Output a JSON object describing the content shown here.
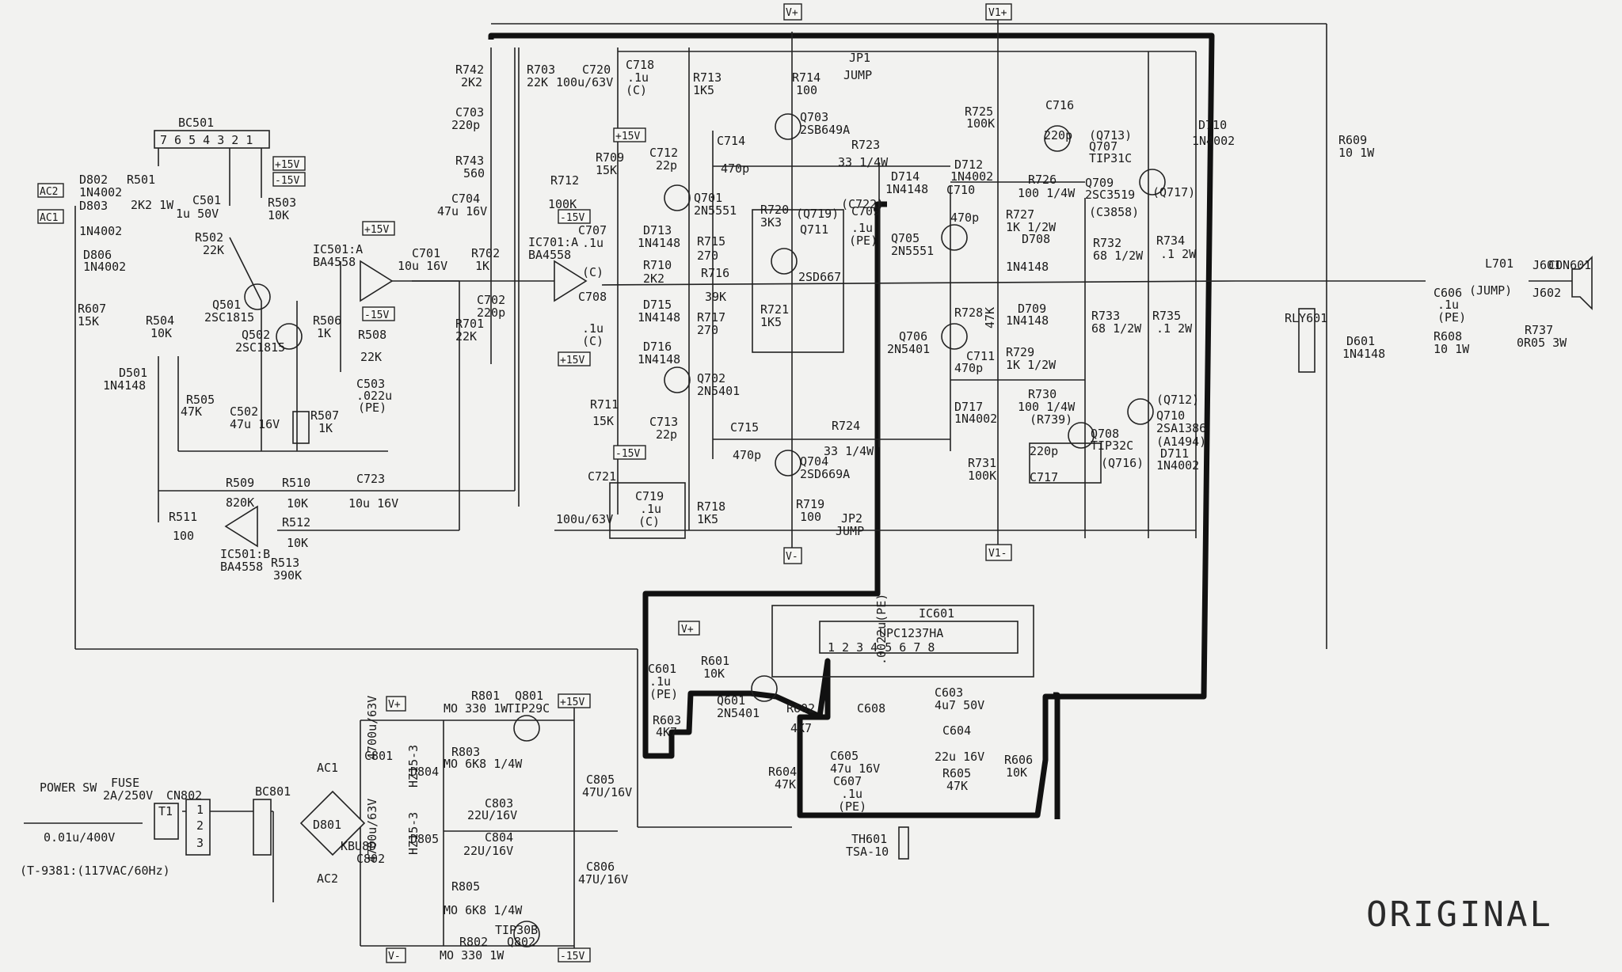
{
  "stamp": "ORIGINAL",
  "model_note": "(T-9381:(117VAC/60Hz)",
  "rails": {
    "vplus": "V+",
    "vminus": "V-",
    "v1plus": "V1+",
    "v1minus": "V1-",
    "p15": "+15V",
    "n15": "-15V"
  },
  "labels": [
    {
      "id": "ac2",
      "t": "AC2"
    },
    {
      "id": "ac1",
      "t": "AC1"
    },
    {
      "id": "d802",
      "t": "D802"
    },
    {
      "id": "d802v",
      "t": "1N4002"
    },
    {
      "id": "d803",
      "t": "D803"
    },
    {
      "id": "d803v",
      "t": "1N4002"
    },
    {
      "id": "r501",
      "t": "R501"
    },
    {
      "id": "r501v",
      "t": "2K2 1W"
    },
    {
      "id": "d806",
      "t": "D806"
    },
    {
      "id": "d806v",
      "t": "1N4002"
    },
    {
      "id": "r607",
      "t": "R607"
    },
    {
      "id": "r607v",
      "t": "15K"
    },
    {
      "id": "bc501",
      "t": "BC501"
    },
    {
      "id": "bcpins",
      "t": "7 6 5 4 3 2 1"
    },
    {
      "id": "c501",
      "t": "C501"
    },
    {
      "id": "c501v",
      "t": "1u 50V"
    },
    {
      "id": "r503",
      "t": "R503"
    },
    {
      "id": "r503v",
      "t": "10K"
    },
    {
      "id": "r502",
      "t": "R502"
    },
    {
      "id": "r502v",
      "t": "22K"
    },
    {
      "id": "ic501a",
      "t": "IC501:A"
    },
    {
      "id": "ic501av",
      "t": "BA4558"
    },
    {
      "id": "c701",
      "t": "C701"
    },
    {
      "id": "c701v",
      "t": "10u 16V"
    },
    {
      "id": "q501",
      "t": "Q501"
    },
    {
      "id": "q501v",
      "t": "2SC1815"
    },
    {
      "id": "q502",
      "t": "Q502"
    },
    {
      "id": "q502v",
      "t": "2SC1815"
    },
    {
      "id": "r504",
      "t": "R504"
    },
    {
      "id": "r504v",
      "t": "10K"
    },
    {
      "id": "r506",
      "t": "R506"
    },
    {
      "id": "r506v",
      "t": "1K"
    },
    {
      "id": "r508",
      "t": "R508"
    },
    {
      "id": "r508v",
      "t": "22K"
    },
    {
      "id": "c503",
      "t": "C503"
    },
    {
      "id": "c503v",
      "t": ".022u"
    },
    {
      "id": "c503p",
      "t": "(PE)"
    },
    {
      "id": "d501",
      "t": "D501"
    },
    {
      "id": "d501v",
      "t": "1N4148"
    },
    {
      "id": "r505",
      "t": "R505"
    },
    {
      "id": "r505v",
      "t": "47K"
    },
    {
      "id": "c502",
      "t": "C502"
    },
    {
      "id": "c502v",
      "t": "47u 16V"
    },
    {
      "id": "r507",
      "t": "R507"
    },
    {
      "id": "r507v",
      "t": "1K"
    },
    {
      "id": "r509",
      "t": "R509"
    },
    {
      "id": "r509v",
      "t": "820K"
    },
    {
      "id": "r510",
      "t": "R510"
    },
    {
      "id": "r510v",
      "t": "10K"
    },
    {
      "id": "c723",
      "t": "C723"
    },
    {
      "id": "c723v",
      "t": "10u 16V"
    },
    {
      "id": "r511",
      "t": "R511"
    },
    {
      "id": "r511v",
      "t": "100"
    },
    {
      "id": "r512",
      "t": "R512"
    },
    {
      "id": "r512v",
      "t": "10K"
    },
    {
      "id": "ic501b",
      "t": "IC501:B"
    },
    {
      "id": "ic501bv",
      "t": "BA4558"
    },
    {
      "id": "r513",
      "t": "R513"
    },
    {
      "id": "r513v",
      "t": "390K"
    },
    {
      "id": "r742",
      "t": "R742"
    },
    {
      "id": "r742v",
      "t": "2K2"
    },
    {
      "id": "r703",
      "t": "R703"
    },
    {
      "id": "r703v",
      "t": "22K"
    },
    {
      "id": "c720",
      "t": "C720"
    },
    {
      "id": "c720v",
      "t": "100u/63V"
    },
    {
      "id": "c718",
      "t": "C718"
    },
    {
      "id": "c718v",
      "t": ".1u"
    },
    {
      "id": "c718p",
      "t": "(C)"
    },
    {
      "id": "r713",
      "t": "R713"
    },
    {
      "id": "r713v",
      "t": "1K5"
    },
    {
      "id": "r714",
      "t": "R714"
    },
    {
      "id": "r714v",
      "t": "100"
    },
    {
      "id": "jp1",
      "t": "JP1"
    },
    {
      "id": "jp1v",
      "t": "JUMP"
    },
    {
      "id": "c703",
      "t": "C703"
    },
    {
      "id": "c703v",
      "t": "220p"
    },
    {
      "id": "r743",
      "t": "R743"
    },
    {
      "id": "r743v",
      "t": "560"
    },
    {
      "id": "c704",
      "t": "C704"
    },
    {
      "id": "c704v",
      "t": "47u 16V"
    },
    {
      "id": "q703",
      "t": "Q703"
    },
    {
      "id": "q703v",
      "t": "2SB649A"
    },
    {
      "id": "r723",
      "t": "R723"
    },
    {
      "id": "r723v",
      "t": "33 1/4W"
    },
    {
      "id": "c714",
      "t": "C714"
    },
    {
      "id": "c714v",
      "t": "470p"
    },
    {
      "id": "r709",
      "t": "R709"
    },
    {
      "id": "r709v",
      "t": "15K"
    },
    {
      "id": "c712",
      "t": "C712"
    },
    {
      "id": "c712v",
      "t": "22p"
    },
    {
      "id": "q701",
      "t": "Q701"
    },
    {
      "id": "q701v",
      "t": "2N5551"
    },
    {
      "id": "r712",
      "t": "R712"
    },
    {
      "id": "r712v",
      "t": "100K"
    },
    {
      "id": "ic701a",
      "t": "IC701:A"
    },
    {
      "id": "ic701av",
      "t": "BA4558"
    },
    {
      "id": "c707",
      "t": "C707"
    },
    {
      "id": "c707v",
      "t": ".1u"
    },
    {
      "id": "c707p",
      "t": "(C)"
    },
    {
      "id": "r720",
      "t": "R720"
    },
    {
      "id": "r720v",
      "t": "3K3"
    },
    {
      "id": "q719",
      "t": "(Q719)"
    },
    {
      "id": "c722",
      "t": "(C722)"
    },
    {
      "id": "c709",
      "t": "C709"
    },
    {
      "id": "c709v",
      "t": ".1u"
    },
    {
      "id": "c709p",
      "t": "(PE)"
    },
    {
      "id": "q711",
      "t": "Q711"
    },
    {
      "id": "q711v",
      "t": "2SD667"
    },
    {
      "id": "d713",
      "t": "D713"
    },
    {
      "id": "d713v",
      "t": "1N4148"
    },
    {
      "id": "r715",
      "t": "R715"
    },
    {
      "id": "r715v",
      "t": "270"
    },
    {
      "id": "r702",
      "t": "R702"
    },
    {
      "id": "r702v",
      "t": "1K"
    },
    {
      "id": "r710",
      "t": "R710"
    },
    {
      "id": "r710v",
      "t": "2K2"
    },
    {
      "id": "r716",
      "t": "R716"
    },
    {
      "id": "r716v",
      "t": "39K"
    },
    {
      "id": "c702",
      "t": "C702"
    },
    {
      "id": "c702v",
      "t": "220p"
    },
    {
      "id": "r701",
      "t": "R701"
    },
    {
      "id": "r701v",
      "t": "22K"
    },
    {
      "id": "c708",
      "t": "C708"
    },
    {
      "id": "c708v",
      "t": ".1u"
    },
    {
      "id": "c708p",
      "t": "(C)"
    },
    {
      "id": "d715",
      "t": "D715"
    },
    {
      "id": "d715v",
      "t": "1N4148"
    },
    {
      "id": "r717",
      "t": "R717"
    },
    {
      "id": "r717v",
      "t": "270"
    },
    {
      "id": "r721",
      "t": "R721"
    },
    {
      "id": "r721v",
      "t": "1K5"
    },
    {
      "id": "d716",
      "t": "D716"
    },
    {
      "id": "d716v",
      "t": "1N4148"
    },
    {
      "id": "q702",
      "t": "Q702"
    },
    {
      "id": "q702v",
      "t": "2N5401"
    },
    {
      "id": "r711",
      "t": "R711"
    },
    {
      "id": "r711v",
      "t": "15K"
    },
    {
      "id": "c713",
      "t": "C713"
    },
    {
      "id": "c713v",
      "t": "22p"
    },
    {
      "id": "c715",
      "t": "C715"
    },
    {
      "id": "c715v",
      "t": "470p"
    },
    {
      "id": "r724",
      "t": "R724"
    },
    {
      "id": "r724v",
      "t": "33 1/4W"
    },
    {
      "id": "q704",
      "t": "Q704"
    },
    {
      "id": "q704v",
      "t": "2SD669A"
    },
    {
      "id": "c721",
      "t": "C721"
    },
    {
      "id": "c721v",
      "t": "100u/63V"
    },
    {
      "id": "c719",
      "t": "C719"
    },
    {
      "id": "c719v",
      "t": ".1u"
    },
    {
      "id": "c719p",
      "t": "(C)"
    },
    {
      "id": "r718",
      "t": "R718"
    },
    {
      "id": "r718v",
      "t": "1K5"
    },
    {
      "id": "r719",
      "t": "R719"
    },
    {
      "id": "r719v",
      "t": "100"
    },
    {
      "id": "jp2",
      "t": "JP2"
    },
    {
      "id": "jp2v",
      "t": "JUMP"
    },
    {
      "id": "r725",
      "t": "R725"
    },
    {
      "id": "r725v",
      "t": "100K"
    },
    {
      "id": "c716",
      "t": "C716"
    },
    {
      "id": "c716v",
      "t": "220p"
    },
    {
      "id": "q713",
      "t": "(Q713)"
    },
    {
      "id": "q707",
      "t": "Q707"
    },
    {
      "id": "q707v",
      "t": "TIP31C"
    },
    {
      "id": "d710",
      "t": "D710"
    },
    {
      "id": "d710v",
      "t": "1N4002"
    },
    {
      "id": "d712",
      "t": "D712"
    },
    {
      "id": "d712v",
      "t": "1N4002"
    },
    {
      "id": "d714",
      "t": "D714"
    },
    {
      "id": "d714v",
      "t": "1N4148"
    },
    {
      "id": "c710",
      "t": "C710"
    },
    {
      "id": "c710v",
      "t": "470p"
    },
    {
      "id": "r726",
      "t": "R726"
    },
    {
      "id": "r726v",
      "t": "100 1/4W"
    },
    {
      "id": "q709",
      "t": "Q709"
    },
    {
      "id": "q709v",
      "t": "2SC3519"
    },
    {
      "id": "q717",
      "t": "(Q717)"
    },
    {
      "id": "c3858",
      "t": "(C3858)"
    },
    {
      "id": "r727",
      "t": "R727"
    },
    {
      "id": "r727v",
      "t": "1K 1/2W"
    },
    {
      "id": "q705",
      "t": "Q705"
    },
    {
      "id": "q705v",
      "t": "2N5551"
    },
    {
      "id": "d708",
      "t": "D708"
    },
    {
      "id": "d708v",
      "t": "1N4148"
    },
    {
      "id": "r732",
      "t": "R732"
    },
    {
      "id": "r732v",
      "t": "68 1/2W"
    },
    {
      "id": "r734",
      "t": "R734"
    },
    {
      "id": "r734v",
      "t": ".1 2W"
    },
    {
      "id": "r609",
      "t": "R609"
    },
    {
      "id": "r609v",
      "t": "10 1W"
    },
    {
      "id": "r722",
      "t": "47K"
    },
    {
      "id": "r728",
      "t": "R728"
    },
    {
      "id": "d709",
      "t": "D709"
    },
    {
      "id": "d709v",
      "t": "1N4148"
    },
    {
      "id": "r733",
      "t": "R733"
    },
    {
      "id": "r733v",
      "t": "68 1/2W"
    },
    {
      "id": "r735",
      "t": "R735"
    },
    {
      "id": "r735v",
      "t": ".1 2W"
    },
    {
      "id": "q706",
      "t": "Q706"
    },
    {
      "id": "q706v",
      "t": "2N5401"
    },
    {
      "id": "c711",
      "t": "C711"
    },
    {
      "id": "c711v",
      "t": "470p"
    },
    {
      "id": "r729",
      "t": "R729"
    },
    {
      "id": "r729v",
      "t": "1K 1/2W"
    },
    {
      "id": "d717",
      "t": "D717"
    },
    {
      "id": "d717v",
      "t": "1N4002"
    },
    {
      "id": "r730",
      "t": "R730"
    },
    {
      "id": "r730v",
      "t": "100 1/4W"
    },
    {
      "id": "r739",
      "t": "(R739)"
    },
    {
      "id": "q712",
      "t": "(Q712)"
    },
    {
      "id": "q710",
      "t": "Q710"
    },
    {
      "id": "q710v",
      "t": "2SA1386"
    },
    {
      "id": "a1494",
      "t": "(A1494)"
    },
    {
      "id": "q708",
      "t": "Q708"
    },
    {
      "id": "q708v",
      "t": "TIP32C"
    },
    {
      "id": "q716",
      "t": "(Q716)"
    },
    {
      "id": "c717c",
      "t": "220p"
    },
    {
      "id": "c717",
      "t": "C717"
    },
    {
      "id": "d711",
      "t": "D711"
    },
    {
      "id": "d711v",
      "t": "1N4002"
    },
    {
      "id": "r731",
      "t": "R731"
    },
    {
      "id": "r731v",
      "t": "100K"
    },
    {
      "id": "l701",
      "t": "L701"
    },
    {
      "id": "l701v",
      "t": "(JUMP)"
    },
    {
      "id": "j601",
      "t": "J601"
    },
    {
      "id": "con601",
      "t": "CON601"
    },
    {
      "id": "j602",
      "t": "J602"
    },
    {
      "id": "c606",
      "t": "C606"
    },
    {
      "id": "c606v",
      "t": ".1u"
    },
    {
      "id": "c606p",
      "t": "(PE)"
    },
    {
      "id": "rly601",
      "t": "RLY601"
    },
    {
      "id": "d601",
      "t": "D601"
    },
    {
      "id": "d601v",
      "t": "1N4148"
    },
    {
      "id": "r608",
      "t": "R608"
    },
    {
      "id": "r608v",
      "t": "10 1W"
    },
    {
      "id": "r737",
      "t": "R737"
    },
    {
      "id": "r737v",
      "t": "0R05 3W"
    },
    {
      "id": "ic601",
      "t": "IC601"
    },
    {
      "id": "ic601v",
      "t": "UPC1237HA"
    },
    {
      "id": "icpins",
      "t": "1   2   3   4   5   6   7   8"
    },
    {
      "id": "c601",
      "t": "C601"
    },
    {
      "id": "c601v",
      "t": ".1u"
    },
    {
      "id": "c601p",
      "t": "(PE)"
    },
    {
      "id": "r601",
      "t": "R601"
    },
    {
      "id": "r601v",
      "t": "10K"
    },
    {
      "id": "q601",
      "t": "Q601"
    },
    {
      "id": "q601v",
      "t": "2N5401"
    },
    {
      "id": "r603",
      "t": "R603"
    },
    {
      "id": "r603v",
      "t": "4K7"
    },
    {
      "id": "r602",
      "t": "R602"
    },
    {
      "id": "r602v",
      "t": "4K7"
    },
    {
      "id": "c608",
      "t": "C608"
    },
    {
      "id": "c608v",
      "t": ".0022u(PE)"
    },
    {
      "id": "c603",
      "t": "C603"
    },
    {
      "id": "c603v",
      "t": "4u7 50V"
    },
    {
      "id": "c604",
      "t": "C604"
    },
    {
      "id": "c604v",
      "t": "22u 16V"
    },
    {
      "id": "c605",
      "t": "C605"
    },
    {
      "id": "c605v",
      "t": "47u 16V"
    },
    {
      "id": "c607",
      "t": "C607"
    },
    {
      "id": "c607v",
      "t": ".1u"
    },
    {
      "id": "c607p",
      "t": "(PE)"
    },
    {
      "id": "r604",
      "t": "R604"
    },
    {
      "id": "r604v",
      "t": "47K"
    },
    {
      "id": "r605",
      "t": "R605"
    },
    {
      "id": "r605v",
      "t": "47K"
    },
    {
      "id": "r606",
      "t": "R606"
    },
    {
      "id": "r606v",
      "t": "10K"
    },
    {
      "id": "th601",
      "t": "TH601"
    },
    {
      "id": "th601v",
      "t": "TSA-10"
    },
    {
      "id": "r801",
      "t": "R801"
    },
    {
      "id": "r801v",
      "t": "MO 330 1W"
    },
    {
      "id": "q801",
      "t": "Q801"
    },
    {
      "id": "q801v",
      "t": "TIP29C"
    },
    {
      "id": "r803",
      "t": "R803"
    },
    {
      "id": "r803v",
      "t": "MO 6K8 1/4W"
    },
    {
      "id": "c801",
      "t": "C801"
    },
    {
      "id": "c801v",
      "t": "4700u/63V"
    },
    {
      "id": "d804",
      "t": "D804"
    },
    {
      "id": "d804v",
      "t": "HZ15-3"
    },
    {
      "id": "c803",
      "t": "C803"
    },
    {
      "id": "c803v",
      "t": "22U/16V"
    },
    {
      "id": "c805",
      "t": "C805"
    },
    {
      "id": "c805v",
      "t": "47U/16V"
    },
    {
      "id": "power",
      "t": "POWER SW"
    },
    {
      "id": "fuse",
      "t": "FUSE"
    },
    {
      "id": "fusev",
      "t": "2A/250V"
    },
    {
      "id": "cn802",
      "t": "CN802"
    },
    {
      "id": "t1",
      "t": "T1"
    },
    {
      "id": "bc801",
      "t": "BC801"
    },
    {
      "id": "d801",
      "t": "D801"
    },
    {
      "id": "kbu",
      "t": "KBU8D"
    },
    {
      "id": "cap001",
      "t": "0.01u/400V"
    },
    {
      "id": "c802",
      "t": "C802"
    },
    {
      "id": "c802v",
      "t": "4700u/63V"
    },
    {
      "id": "d805",
      "t": "D805"
    },
    {
      "id": "d805v",
      "t": "HZ15-3"
    },
    {
      "id": "c804",
      "t": "C804"
    },
    {
      "id": "c804v",
      "t": "22U/16V"
    },
    {
      "id": "c806",
      "t": "C806"
    },
    {
      "id": "c806v",
      "t": "47U/16V"
    },
    {
      "id": "r805",
      "t": "R805"
    },
    {
      "id": "r805v",
      "t": "MO 6K8 1/4W"
    },
    {
      "id": "r802",
      "t": "R802"
    },
    {
      "id": "r802v",
      "t": "MO 330 1W"
    },
    {
      "id": "q802",
      "t": "Q802"
    },
    {
      "id": "q802v",
      "t": "TIP30B"
    },
    {
      "id": "cnp1",
      "t": "1"
    },
    {
      "id": "cnp2",
      "t": "2"
    },
    {
      "id": "cnp3",
      "t": "3"
    },
    {
      "id": "ac1b",
      "t": "AC1"
    },
    {
      "id": "ac2b",
      "t": "AC2"
    }
  ]
}
